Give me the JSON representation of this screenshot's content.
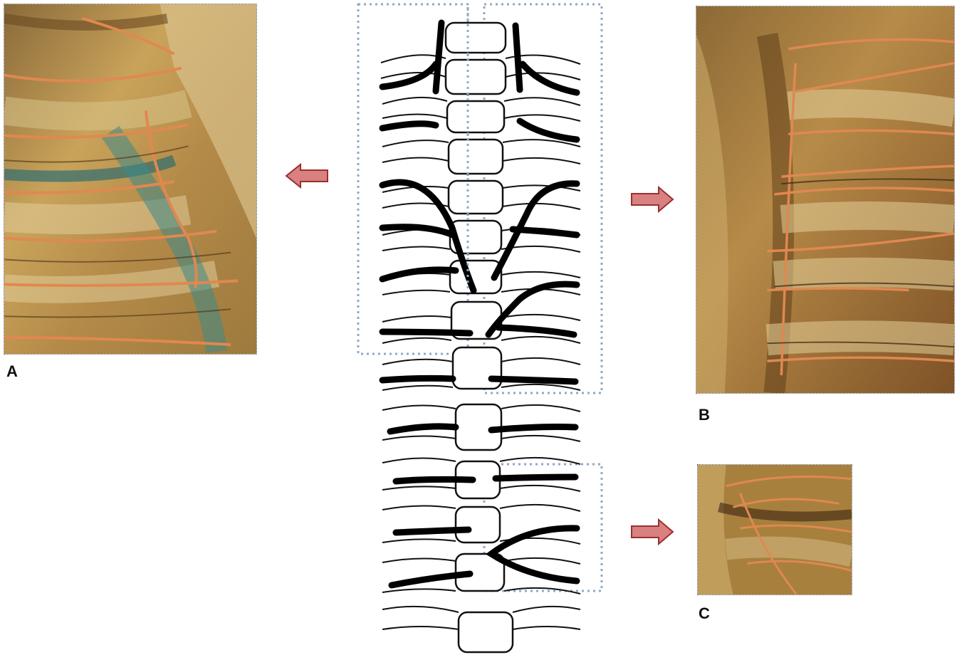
{
  "panels": [
    {
      "id": "A",
      "label": "A"
    },
    {
      "id": "B",
      "label": "B"
    },
    {
      "id": "C",
      "label": "C"
    }
  ],
  "colors": {
    "arrow_fill": "#d98080",
    "arrow_stroke": "#9a3030",
    "frame": "#8fa8c8",
    "tissue_base": "#c49a52",
    "tissue_dark": "#6b4a22",
    "vessel": "#e08850",
    "stain": "#3c8a8a"
  }
}
